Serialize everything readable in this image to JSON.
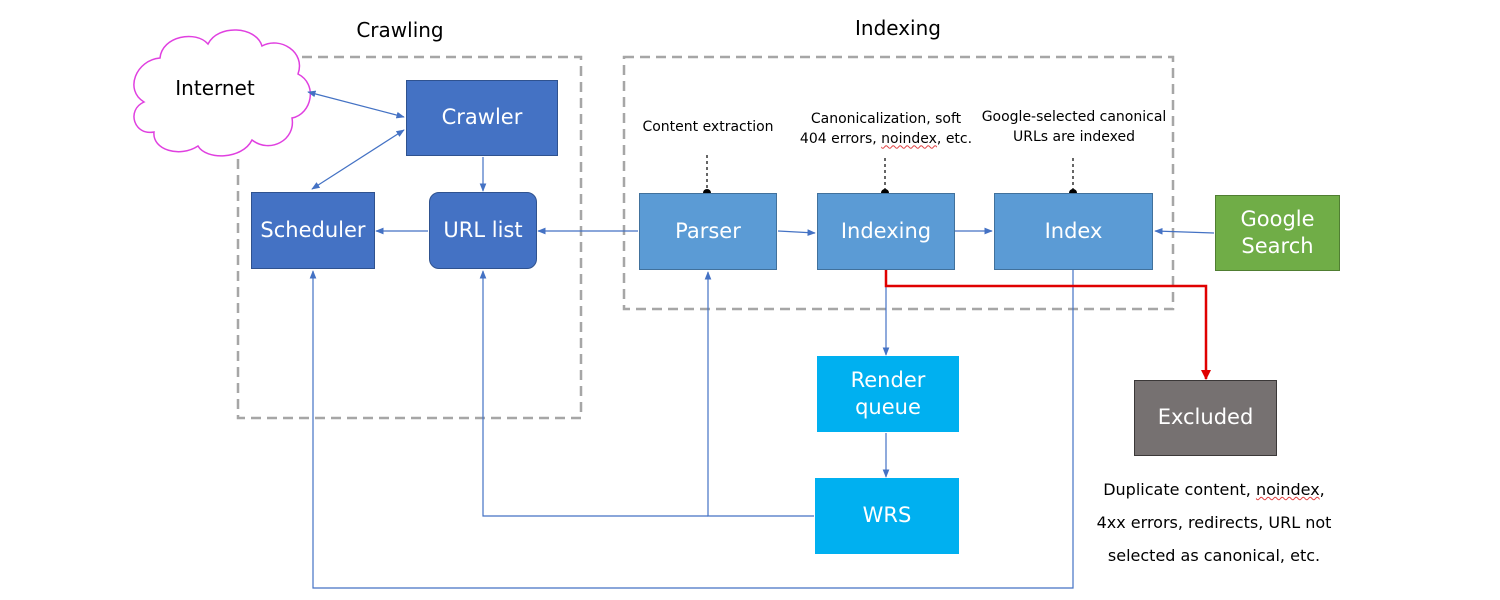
{
  "groups": {
    "crawling": "Crawling",
    "indexing": "Indexing"
  },
  "nodes": {
    "internet": "Internet",
    "crawler": "Crawler",
    "scheduler": "Scheduler",
    "url_list": "URL list",
    "parser": "Parser",
    "indexing": "Indexing",
    "index": "Index",
    "google_search_line1": "Google",
    "google_search_line2": "Search",
    "render_queue_line1": "Render",
    "render_queue_line2": "queue",
    "wrs": "WRS",
    "excluded": "Excluded"
  },
  "notes": {
    "content_extraction": "Content extraction",
    "canon_line1": "Canonicalization, soft",
    "canon_line2_pre": "404 errors, ",
    "canon_line2_squig": "noindex",
    "canon_line2_post": ", etc.",
    "google_selected_line1": "Google-selected canonical",
    "google_selected_line2": "URLs are indexed",
    "excluded_line1_pre": "Duplicate content, ",
    "excluded_line1_squig": "noindex",
    "excluded_line1_post": ",",
    "excluded_line2": "4xx errors, redirects, URL not",
    "excluded_line3": "selected as canonical, etc."
  },
  "colors": {
    "crawl_box": "#4472c4",
    "index_box": "#5b9bd5",
    "render_box": "#00b0f0",
    "google_search": "#70ad47",
    "excluded": "#767171",
    "arrow": "#4472c4",
    "excluded_arrow": "#e00000",
    "internet_cloud": "#e040e0",
    "group_border": "#a6a6a6"
  }
}
